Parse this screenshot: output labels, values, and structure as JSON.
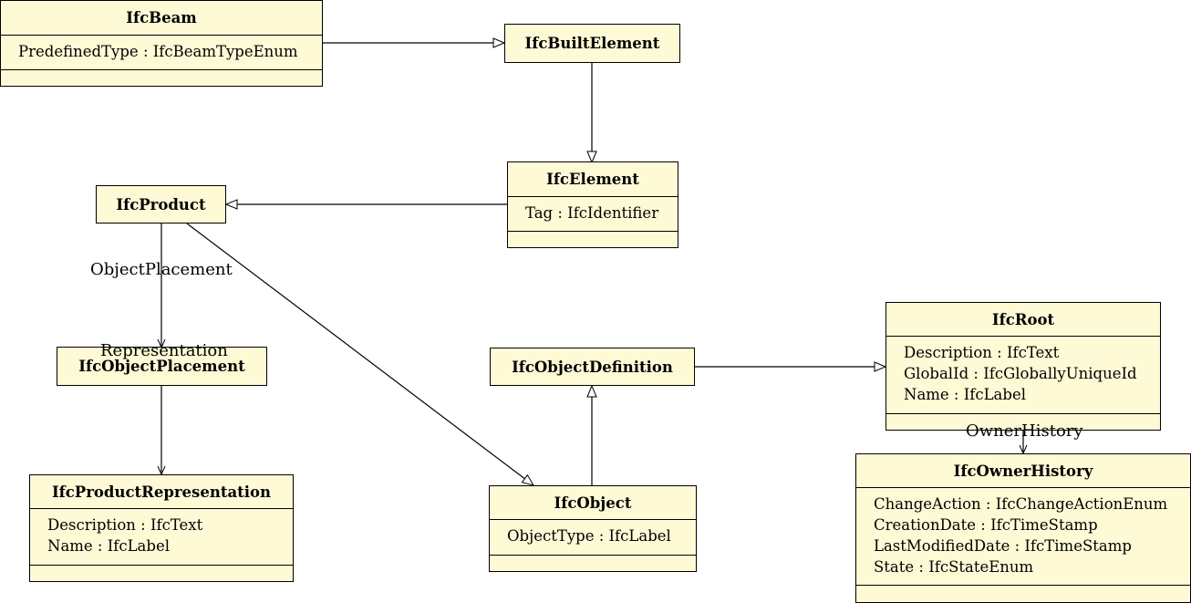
{
  "classes": {
    "ifcbeam": {
      "name": "IfcBeam",
      "attributes": [
        "PredefinedType : IfcBeamTypeEnum"
      ]
    },
    "ifcbuiltelement": {
      "name": "IfcBuiltElement"
    },
    "ifcelement": {
      "name": "IfcElement",
      "attributes": [
        "Tag : IfcIdentifier"
      ]
    },
    "ifcproduct": {
      "name": "IfcProduct"
    },
    "ifcobjectplacement": {
      "name": "IfcObjectPlacement"
    },
    "ifcproductrepresentation": {
      "name": "IfcProductRepresentation",
      "attributes": [
        "Description : IfcText",
        "Name : IfcLabel"
      ]
    },
    "ifcobjectdefinition": {
      "name": "IfcObjectDefinition"
    },
    "ifcobject": {
      "name": "IfcObject",
      "attributes": [
        "ObjectType : IfcLabel"
      ]
    },
    "ifcroot": {
      "name": "IfcRoot",
      "attributes": [
        "Description : IfcText",
        "GlobalId : IfcGloballyUniqueId",
        "Name : IfcLabel"
      ]
    },
    "ifcownerhistory": {
      "name": "IfcOwnerHistory",
      "attributes": [
        "ChangeAction : IfcChangeActionEnum",
        "CreationDate : IfcTimeStamp",
        "LastModifiedDate : IfcTimeStamp",
        "State : IfcStateEnum"
      ]
    }
  },
  "associations": {
    "object_placement": "ObjectPlacement",
    "representation": "Representation",
    "owner_history": "OwnerHistory"
  },
  "colors": {
    "class_fill": "#fffad6",
    "stroke": "#000000"
  }
}
